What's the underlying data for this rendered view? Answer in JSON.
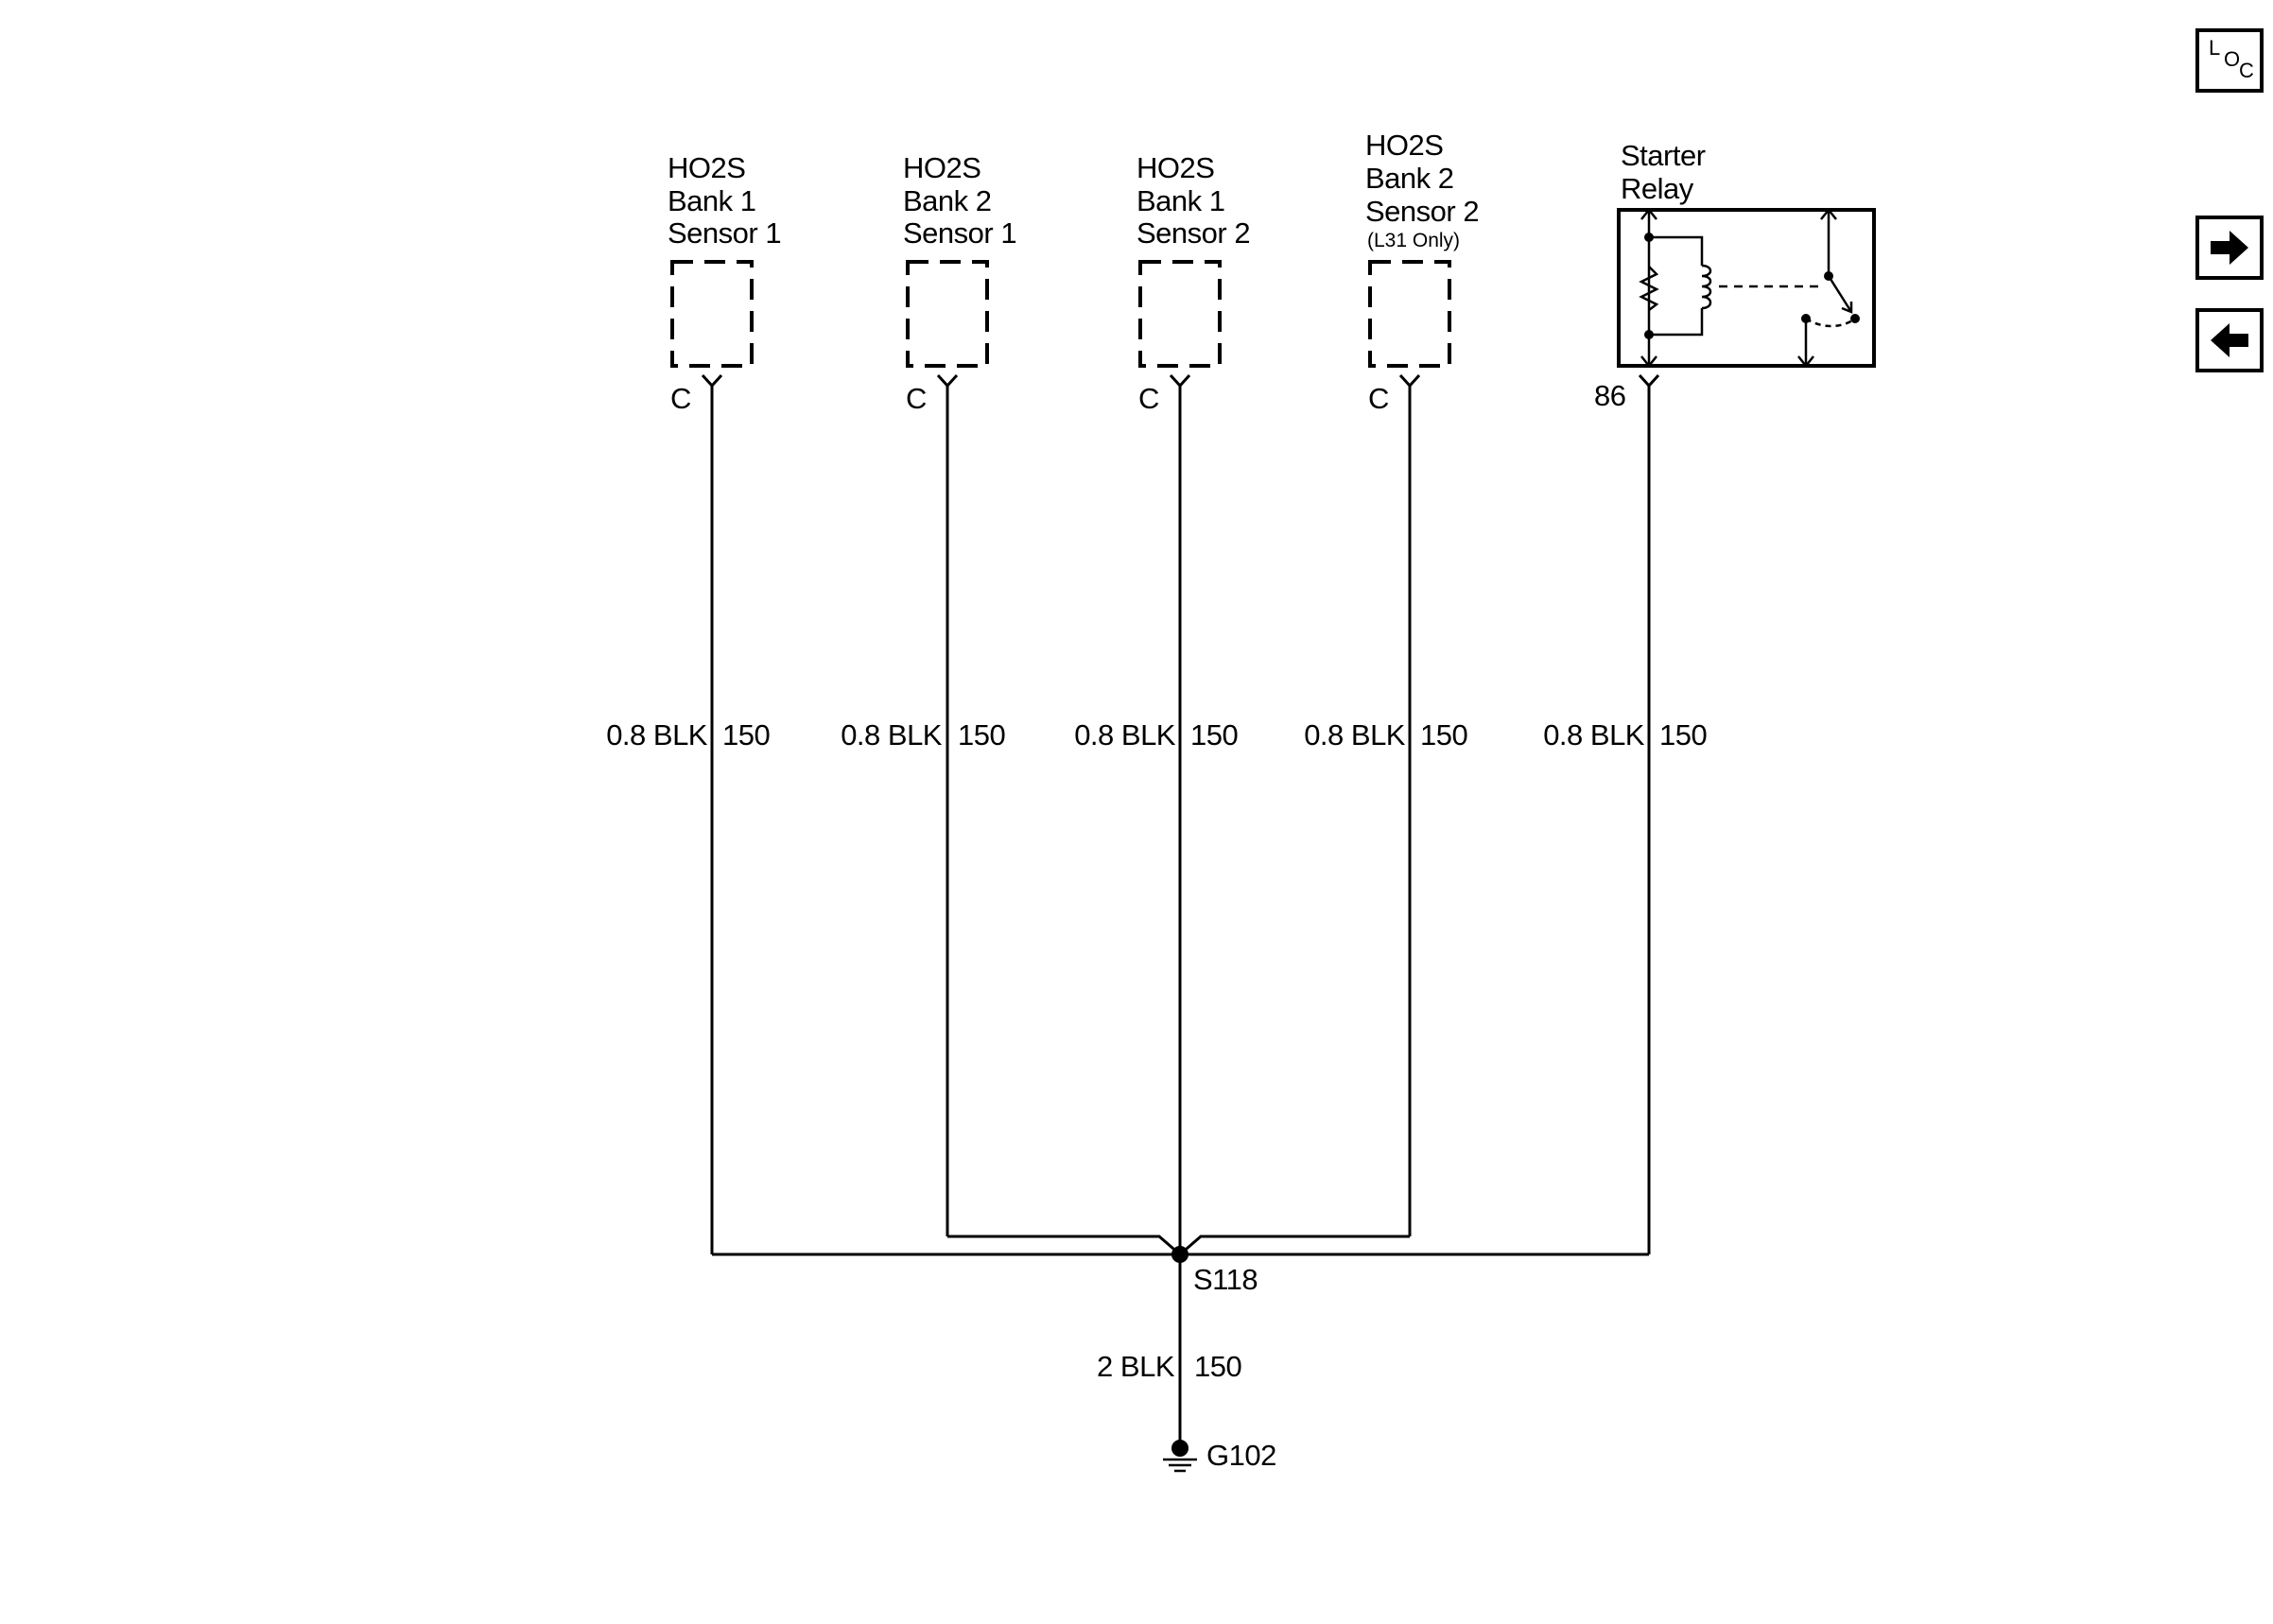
{
  "components": [
    {
      "id": "ho2s-b1s1",
      "line1": "HO2S",
      "line2": "Bank 1",
      "line3": "Sensor 1",
      "note": "",
      "pin": "C"
    },
    {
      "id": "ho2s-b2s1",
      "line1": "HO2S",
      "line2": "Bank 2",
      "line3": "Sensor 1",
      "note": "",
      "pin": "C"
    },
    {
      "id": "ho2s-b1s2",
      "line1": "HO2S",
      "line2": "Bank 1",
      "line3": "Sensor 2",
      "note": "",
      "pin": "C"
    },
    {
      "id": "ho2s-b2s2",
      "line1": "HO2S",
      "line2": "Bank 2",
      "line3": "Sensor 2",
      "note": "(L31 Only)",
      "pin": "C"
    }
  ],
  "relay": {
    "line1": "Starter",
    "line2": "Relay",
    "pin": "86"
  },
  "wires": [
    {
      "gauge_color": "0.8 BLK",
      "circuit": "150"
    },
    {
      "gauge_color": "0.8 BLK",
      "circuit": "150"
    },
    {
      "gauge_color": "0.8 BLK",
      "circuit": "150"
    },
    {
      "gauge_color": "0.8 BLK",
      "circuit": "150"
    },
    {
      "gauge_color": "0.8 BLK",
      "circuit": "150"
    }
  ],
  "splice": {
    "label": "S118"
  },
  "ground_wire": {
    "gauge_color": "2 BLK",
    "circuit": "150"
  },
  "ground": {
    "label": "G102"
  },
  "nav": {
    "loc_l": "L",
    "loc_o": "O",
    "loc_c": "C",
    "next_icon": "arrow-right-icon",
    "prev_icon": "arrow-left-icon"
  }
}
